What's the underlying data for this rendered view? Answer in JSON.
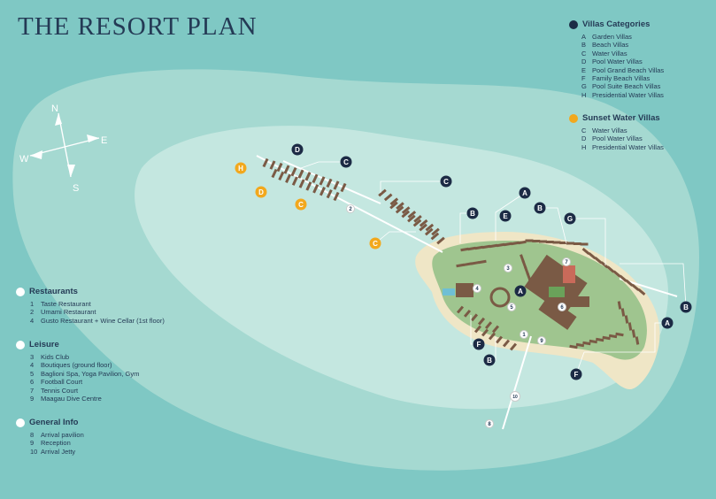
{
  "title": "THE RESORT PLAN",
  "compass": {
    "n": "N",
    "e": "E",
    "s": "S",
    "w": "W"
  },
  "colors": {
    "sea": "#7fc8c4",
    "reef": "#a5d9d1",
    "lagoon": "#c4e7e0",
    "beach": "#efe6c6",
    "island": "#9fc58f",
    "building": "#7a5a45",
    "villa_marker": "#1c2b45",
    "sunset_marker": "#f2a81d",
    "text": "#243a55"
  },
  "legend": {
    "villas": {
      "title": "Villas Categories",
      "items": [
        {
          "code": "A",
          "label": "Garden Villas"
        },
        {
          "code": "B",
          "label": "Beach Villas"
        },
        {
          "code": "C",
          "label": "Water Villas"
        },
        {
          "code": "D",
          "label": "Pool Water Villas"
        },
        {
          "code": "E",
          "label": "Pool Grand Beach Villas"
        },
        {
          "code": "F",
          "label": "Family Beach Villas"
        },
        {
          "code": "G",
          "label": "Pool Suite Beach Villas"
        },
        {
          "code": "H",
          "label": "Presidential Water Villas"
        }
      ]
    },
    "sunset": {
      "title": "Sunset Water Villas",
      "items": [
        {
          "code": "C",
          "label": "Water Villas"
        },
        {
          "code": "D",
          "label": "Pool Water Villas"
        },
        {
          "code": "H",
          "label": "Presidential Water Villas"
        }
      ]
    },
    "restaurants": {
      "title": "Restaurants",
      "items": [
        {
          "code": "1",
          "label": "Taste Restaurant"
        },
        {
          "code": "2",
          "label": "Umami Restaurant"
        },
        {
          "code": "4",
          "label": "Gusto Restaurant + Wine Cellar (1st floor)"
        }
      ]
    },
    "leisure": {
      "title": "Leisure",
      "items": [
        {
          "code": "3",
          "label": "Kids Club"
        },
        {
          "code": "4",
          "label": "Boutiques (ground floor)"
        },
        {
          "code": "5",
          "label": "Baglioni Spa, Yoga Pavilion, Gym"
        },
        {
          "code": "6",
          "label": "Football Court"
        },
        {
          "code": "7",
          "label": "Tennis Court"
        },
        {
          "code": "9",
          "label": "Maagau Dive Centre"
        }
      ]
    },
    "general": {
      "title": "General Info",
      "items": [
        {
          "code": "8",
          "label": "Arrival pavilion"
        },
        {
          "code": "9",
          "label": "Reception"
        },
        {
          "code": "10",
          "label": "Arrival Jetty"
        }
      ]
    }
  },
  "markers": {
    "villa": [
      {
        "id": "D-north",
        "label": "D"
      },
      {
        "id": "C-north",
        "label": "C"
      },
      {
        "id": "C-mid",
        "label": "C"
      },
      {
        "id": "B-top",
        "label": "B"
      },
      {
        "id": "A-top",
        "label": "A"
      },
      {
        "id": "E-top",
        "label": "E"
      },
      {
        "id": "B-top2",
        "label": "B"
      },
      {
        "id": "G-top",
        "label": "G"
      },
      {
        "id": "A-center",
        "label": "A"
      },
      {
        "id": "B-east",
        "label": "B"
      },
      {
        "id": "A-east",
        "label": "A"
      },
      {
        "id": "F-west",
        "label": "F"
      },
      {
        "id": "B-south",
        "label": "B"
      },
      {
        "id": "F-south",
        "label": "F"
      }
    ],
    "sunset": [
      {
        "id": "H-west",
        "label": "H"
      },
      {
        "id": "D-west",
        "label": "D"
      },
      {
        "id": "C-west",
        "label": "C"
      },
      {
        "id": "C-sw",
        "label": "C"
      }
    ],
    "facilities": [
      "1",
      "2",
      "3",
      "4",
      "5",
      "6",
      "7",
      "8",
      "9",
      "10"
    ]
  }
}
